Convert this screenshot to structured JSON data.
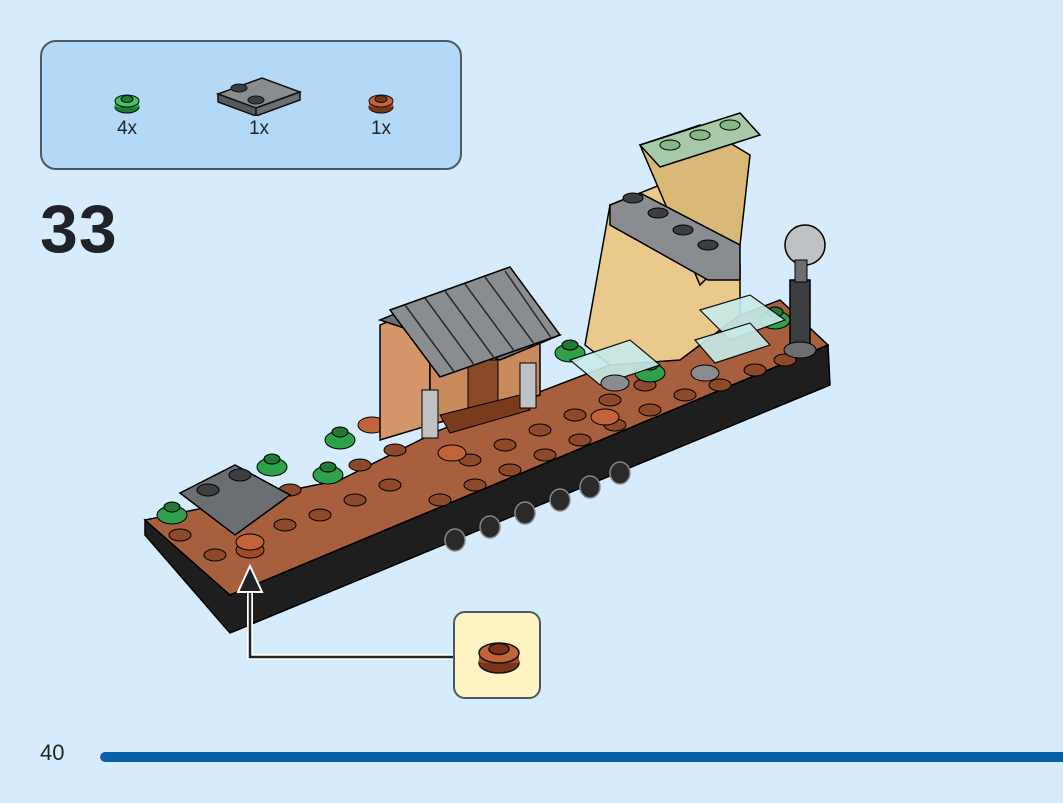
{
  "parts_list": {
    "items": [
      {
        "icon": "green-round-plate-icon",
        "quantity": "4x",
        "color": "#2fa14b"
      },
      {
        "icon": "gray-2x2-tile-icon",
        "quantity": "1x",
        "color": "#6b6e72"
      },
      {
        "icon": "brown-round-plate-icon",
        "quantity": "1x",
        "color": "#a14a26"
      }
    ]
  },
  "step": {
    "number": "33"
  },
  "callout": {
    "icon": "brown-round-plate-icon",
    "color": "#a14a26"
  },
  "footer": {
    "page_number": "40",
    "progress": 1.0,
    "progress_color": "#0a5fab"
  },
  "colors": {
    "background": "#d6ecfc",
    "parts_box": "#b3d9f6",
    "callout_box": "#fff3c4",
    "base_brown": "#a85f3d",
    "base_black": "#1e1e1e"
  }
}
